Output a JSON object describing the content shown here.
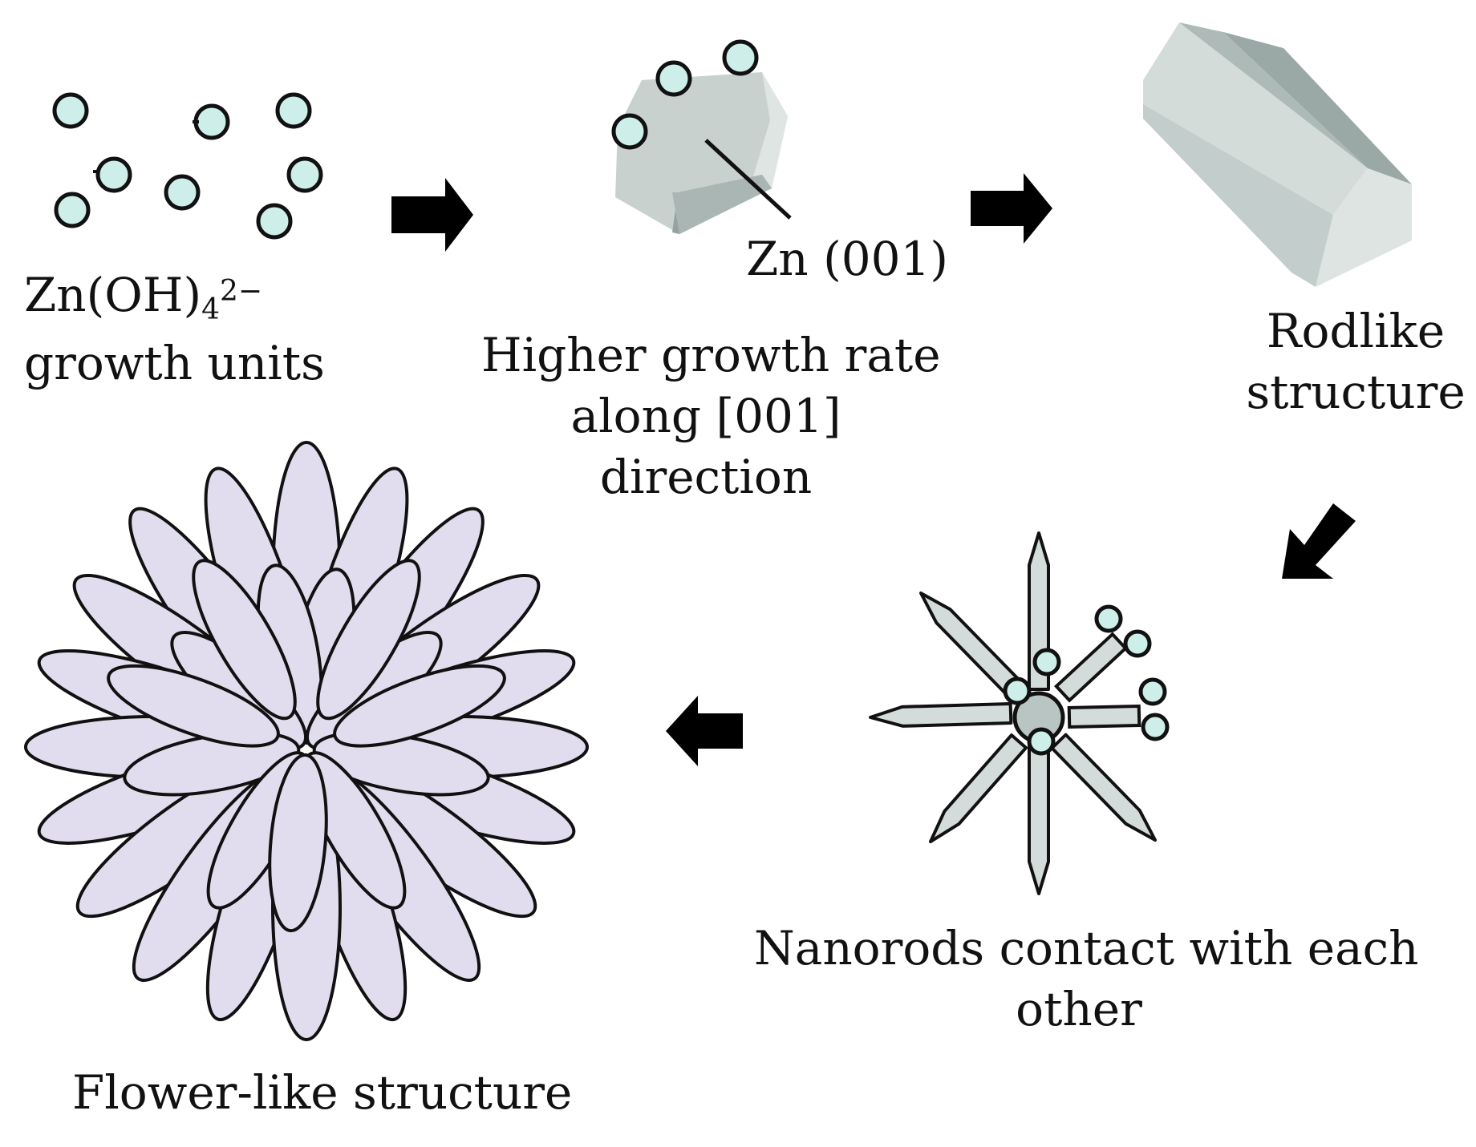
{
  "colors": {
    "ion_fill": "#cdeee9",
    "outline": "#111111",
    "crystal_light": "#c9d1cf",
    "crystal_mid": "#aab6b3",
    "crystal_dark": "#93a39f",
    "rod_top": "#d4dcda",
    "rod_side": "#aebab7",
    "rod_front": "#c3cdcb",
    "nanorod": "#d3dcda",
    "core": "#b9c5c3",
    "petal": "#e2ddee",
    "arrow": "#000000"
  },
  "labels": {
    "growth_units": {
      "zn": "Zn",
      "paren_open": "(",
      "oh": "OH",
      "paren_close": ")",
      "sub": "4",
      "sup": "2−",
      "line2": "growth units"
    },
    "zn001": "Zn (001)",
    "higher_growth": {
      "line1": "Higher growth rate",
      "line2": "along [001]",
      "line3": "direction"
    },
    "rodlike": {
      "line1": "Rodlike",
      "line2": "structure"
    },
    "nanorods": {
      "line1": "Nanorods contact with each",
      "line2": "other"
    },
    "flower": "Flower-like structure"
  }
}
